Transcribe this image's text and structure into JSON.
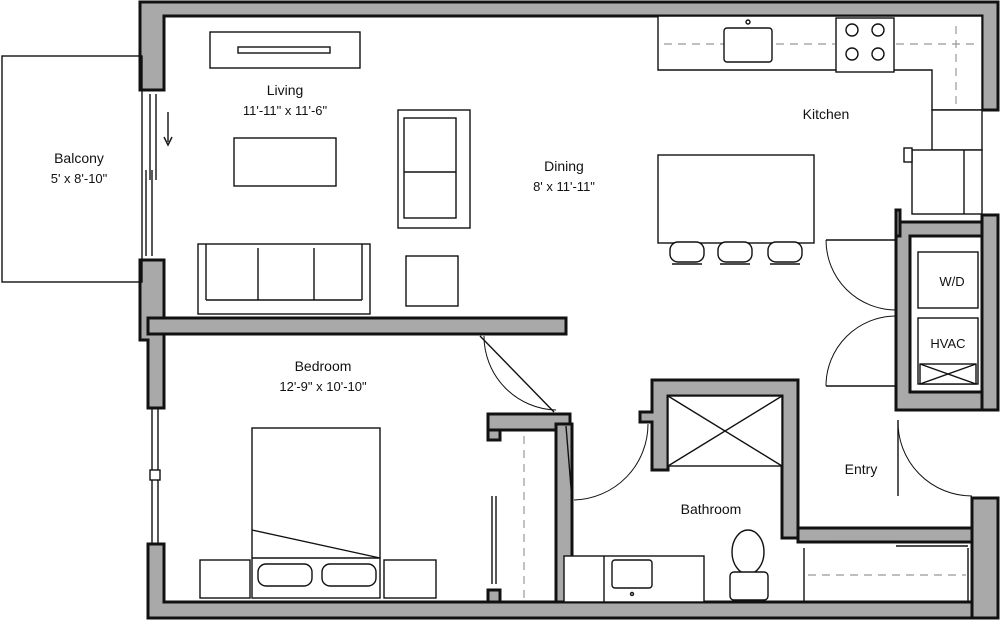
{
  "rooms": {
    "living": {
      "name": "Living",
      "dims": "11'-11\" x 11'-6\""
    },
    "dining": {
      "name": "Dining",
      "dims": "8' x 11'-11\""
    },
    "kitchen": {
      "name": "Kitchen"
    },
    "balcony": {
      "name": "Balcony",
      "dims": "5' x 8'-10\""
    },
    "bedroom": {
      "name": "Bedroom",
      "dims": "12'-9\" x 10'-10\""
    },
    "bathroom": {
      "name": "Bathroom"
    },
    "entry": {
      "name": "Entry"
    }
  },
  "fixtures": {
    "washer_dryer": "W/D",
    "hvac": "HVAC"
  }
}
